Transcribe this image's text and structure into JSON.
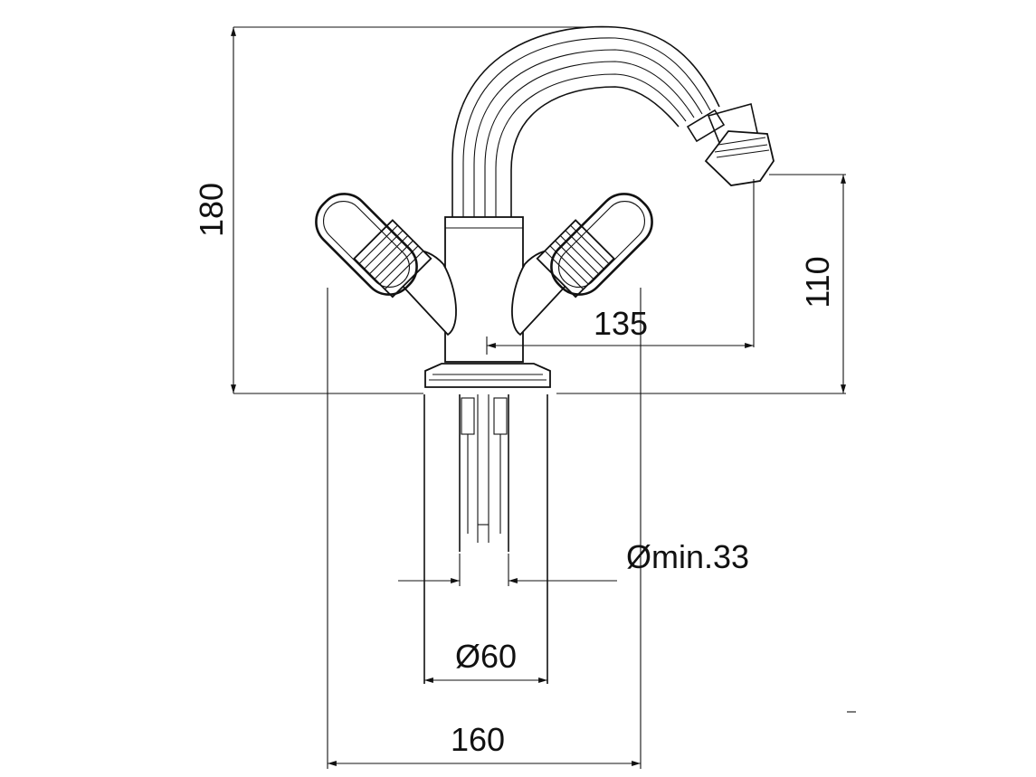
{
  "dimensions": {
    "overall_height": "180",
    "spout_height": "110",
    "spout_reach": "135",
    "hole_min_diameter": "Ømin.33",
    "base_diameter": "Ø60",
    "handle_span": "160"
  }
}
